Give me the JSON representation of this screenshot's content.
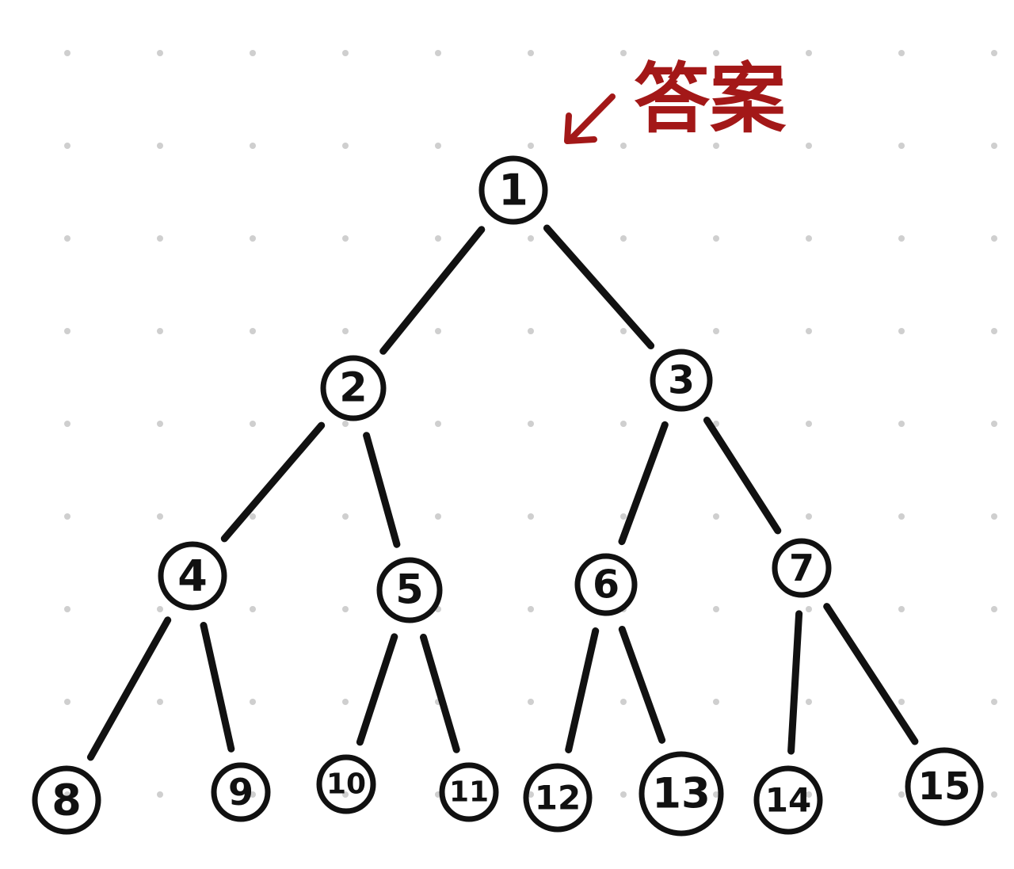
{
  "annotation": {
    "text": "答案",
    "color": "#a31818",
    "arrow_icon": "arrow-down-left-icon"
  },
  "tree": {
    "background": "dot-grid",
    "stroke_color": "#111111",
    "nodes": [
      {
        "id": 1,
        "label": "1"
      },
      {
        "id": 2,
        "label": "2"
      },
      {
        "id": 3,
        "label": "3"
      },
      {
        "id": 4,
        "label": "4"
      },
      {
        "id": 5,
        "label": "5"
      },
      {
        "id": 6,
        "label": "6"
      },
      {
        "id": 7,
        "label": "7"
      },
      {
        "id": 8,
        "label": "8"
      },
      {
        "id": 9,
        "label": "9"
      },
      {
        "id": 10,
        "label": "10"
      },
      {
        "id": 11,
        "label": "11"
      },
      {
        "id": 12,
        "label": "12"
      },
      {
        "id": 13,
        "label": "13"
      },
      {
        "id": 14,
        "label": "14"
      },
      {
        "id": 15,
        "label": "15"
      }
    ],
    "edges": [
      [
        1,
        2
      ],
      [
        1,
        3
      ],
      [
        2,
        4
      ],
      [
        2,
        5
      ],
      [
        3,
        6
      ],
      [
        3,
        7
      ],
      [
        4,
        8
      ],
      [
        4,
        9
      ],
      [
        5,
        10
      ],
      [
        5,
        11
      ],
      [
        6,
        12
      ],
      [
        6,
        13
      ],
      [
        7,
        14
      ],
      [
        7,
        15
      ]
    ]
  }
}
